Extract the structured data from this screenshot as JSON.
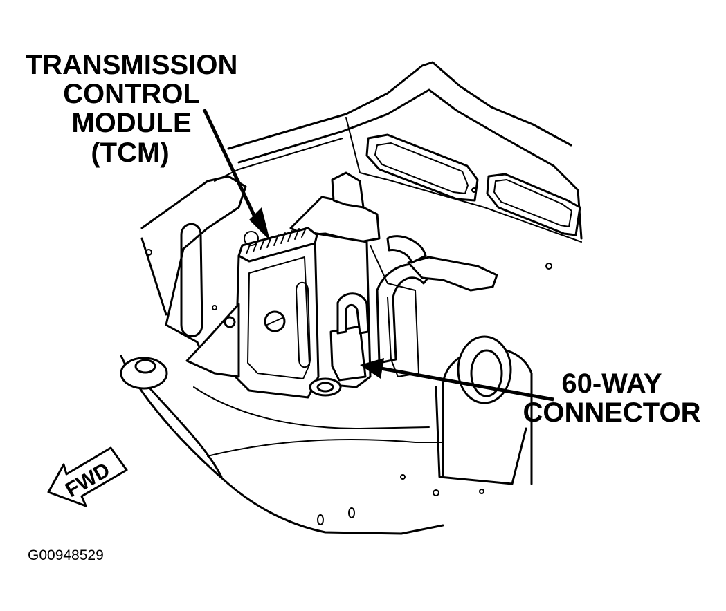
{
  "labels": {
    "tcm": {
      "line1": "TRANSMISSION",
      "line2": "CONTROL",
      "line3": "MODULE",
      "line4": "(TCM)"
    },
    "connector": {
      "line1": "60-WAY",
      "line2": "CONNECTOR"
    },
    "direction": "FWD",
    "figure_id": "G00948529"
  },
  "colors": {
    "ink": "#000000",
    "paper": "#ffffff"
  }
}
